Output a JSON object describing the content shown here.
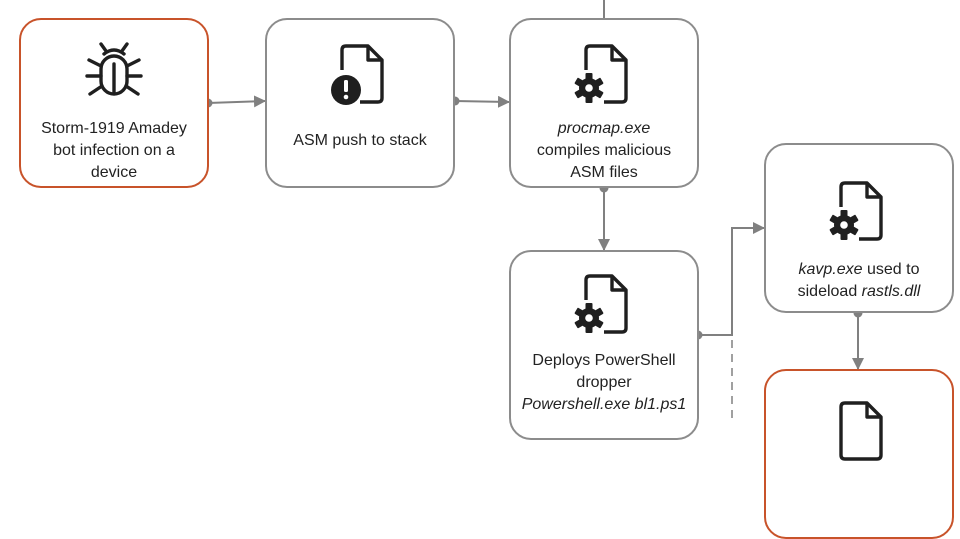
{
  "colors": {
    "border": "#8c8c8c",
    "accent": "#c8532a",
    "connector": "#808080",
    "icon": "#1f1f1f"
  },
  "nodes": {
    "amadey": {
      "icon": "bug-icon",
      "line1": "Storm-1919 Amadey",
      "line2": "bot infection on a",
      "line3": "device"
    },
    "asm_push": {
      "icon": "file-alert-icon",
      "line1": "ASM push to stack"
    },
    "procmap": {
      "icon": "file-gear-icon",
      "line1": "procmap.exe",
      "line2": "compiles malicious",
      "line3": "ASM files"
    },
    "deploys": {
      "icon": "file-gear-icon",
      "line1": "Deploys PowerShell",
      "line2": "dropper",
      "line3": "Powershell.exe bl1.ps1"
    },
    "kavp": {
      "icon": "file-gear-icon",
      "line1_italic": "kavp.exe",
      "line1_rest": " used to",
      "line2_rest": "sideload ",
      "line2_italic": "rastls.dll"
    },
    "next": {
      "icon": "file-icon"
    }
  }
}
